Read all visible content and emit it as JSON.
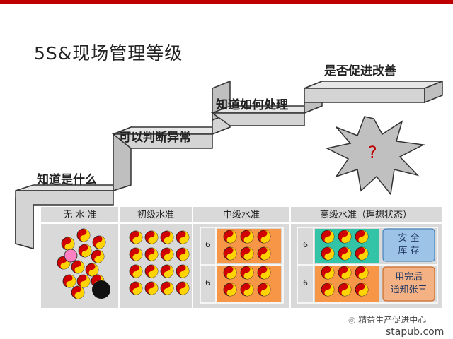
{
  "title": "5S&现场管理等级",
  "stairs": [
    "知道是什么",
    "可以判断异常",
    "知道如何处理",
    "是否促进改善"
  ],
  "question_mark": "?",
  "columns": [
    "无 水 准",
    "初级水准",
    "中级水准",
    "高级水准（理想状态）"
  ],
  "row_counts": [
    "6",
    "6",
    "6",
    "6"
  ],
  "high_labels": {
    "safe": "安 全\n库 存",
    "notify": "用完后\n通知张三"
  },
  "watermark": {
    "account": "精益生产促进中心",
    "site": "stapub.com"
  },
  "colors": {
    "accent_red": "#c00000",
    "orange": "#f79646",
    "teal": "#33c3a6",
    "light_blue": "#9dc3e6",
    "stair_gray": "#d4d4d4"
  }
}
